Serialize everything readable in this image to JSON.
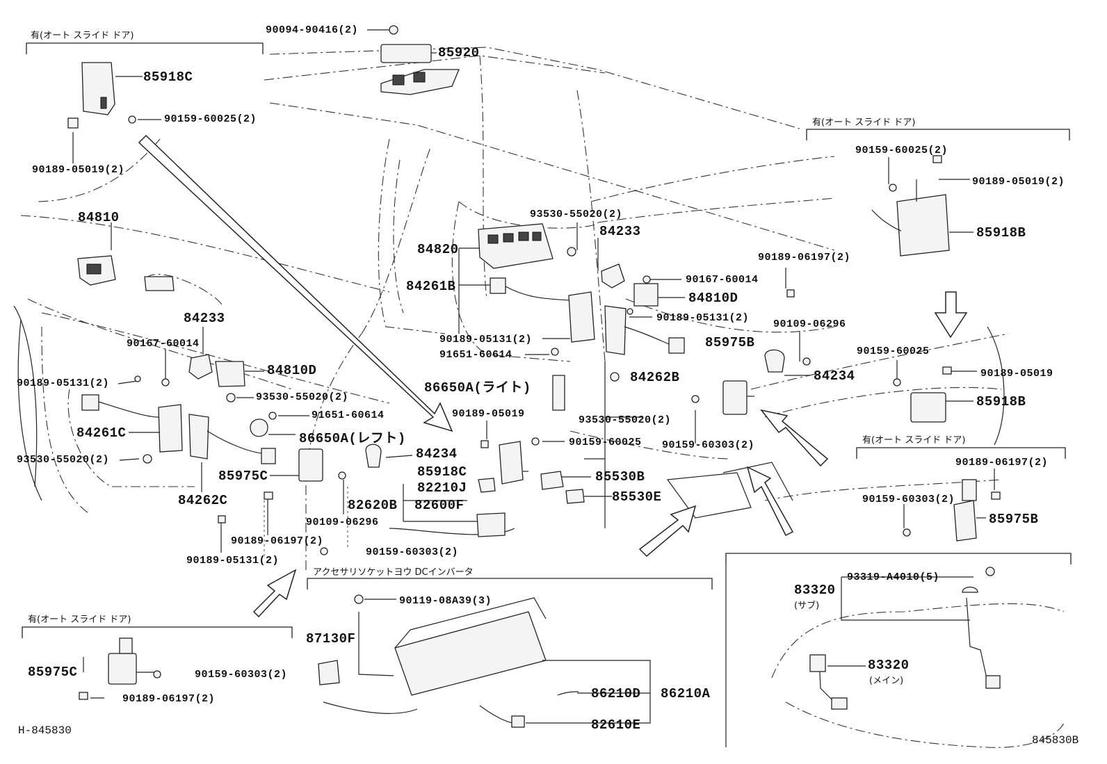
{
  "options": {
    "auto_slide_door": "有(オート スライド ドア)",
    "accessory_socket": "アクセサリソケットヨウ DCインバータ"
  },
  "labels": [
    {
      "id": "l01",
      "text": "90094-90416(2)",
      "cls": "pn"
    },
    {
      "id": "l02",
      "text": "85920",
      "cls": "big"
    },
    {
      "id": "l03",
      "text": "85918C",
      "cls": "big"
    },
    {
      "id": "l04",
      "text": "90159-60025(2)",
      "cls": "pn"
    },
    {
      "id": "l05",
      "text": "90189-05019(2)",
      "cls": "pn"
    },
    {
      "id": "l06",
      "text": "84810",
      "cls": "big"
    },
    {
      "id": "l07",
      "text": "84233",
      "cls": "big"
    },
    {
      "id": "l08",
      "text": "90167-60014",
      "cls": "pn"
    },
    {
      "id": "l09",
      "text": "84810D",
      "cls": "big"
    },
    {
      "id": "l10",
      "text": "90189-05131(2)",
      "cls": "pn"
    },
    {
      "id": "l11",
      "text": "93530-55020(2)",
      "cls": "pn"
    },
    {
      "id": "l12",
      "text": "91651-60614",
      "cls": "pn"
    },
    {
      "id": "l13",
      "text": "86650A(レフト)",
      "cls": "big"
    },
    {
      "id": "l14",
      "text": "84261C",
      "cls": "big"
    },
    {
      "id": "l15",
      "text": "93530-55020(2)",
      "cls": "pn"
    },
    {
      "id": "l16",
      "text": "85975C",
      "cls": "big"
    },
    {
      "id": "l17",
      "text": "84262C",
      "cls": "big"
    },
    {
      "id": "l18",
      "text": "90189-06197(2)",
      "cls": "pn"
    },
    {
      "id": "l19",
      "text": "90189-05131(2)",
      "cls": "pn"
    },
    {
      "id": "l20",
      "text": "90109-06296",
      "cls": "pn"
    },
    {
      "id": "l21",
      "text": "82620B",
      "cls": "big"
    },
    {
      "id": "l22",
      "text": "82600F",
      "cls": "big"
    },
    {
      "id": "l23",
      "text": "82210J",
      "cls": "big"
    },
    {
      "id": "l24",
      "text": "90159-60303(2)",
      "cls": "pn"
    },
    {
      "id": "l25",
      "text": "84234",
      "cls": "big"
    },
    {
      "id": "l26",
      "text": "85918C",
      "cls": "big"
    },
    {
      "id": "l27",
      "text": "90189-05019",
      "cls": "pn"
    },
    {
      "id": "l28",
      "text": "86650A(ライト)",
      "cls": "big"
    },
    {
      "id": "l29",
      "text": "84820",
      "cls": "big"
    },
    {
      "id": "l30",
      "text": "84261B",
      "cls": "big"
    },
    {
      "id": "l31",
      "text": "90189-05131(2)",
      "cls": "pn"
    },
    {
      "id": "l32",
      "text": "91651-60614",
      "cls": "pn"
    },
    {
      "id": "l33",
      "text": "93530-55020(2)",
      "cls": "pn"
    },
    {
      "id": "l34",
      "text": "84233",
      "cls": "big"
    },
    {
      "id": "l35",
      "text": "90167-60014",
      "cls": "pn"
    },
    {
      "id": "l36",
      "text": "84810D",
      "cls": "big"
    },
    {
      "id": "l37",
      "text": "90189-05131(2)",
      "cls": "pn"
    },
    {
      "id": "l38",
      "text": "84262B",
      "cls": "big"
    },
    {
      "id": "l39",
      "text": "93530-55020(2)",
      "cls": "pn"
    },
    {
      "id": "l40",
      "text": "90159-60025",
      "cls": "pn"
    },
    {
      "id": "l41",
      "text": "90159-60303(2)",
      "cls": "pn"
    },
    {
      "id": "l42",
      "text": "85530B",
      "cls": "big"
    },
    {
      "id": "l43",
      "text": "85530E",
      "cls": "big"
    },
    {
      "id": "l44",
      "text": "90189-06197(2)",
      "cls": "pn"
    },
    {
      "id": "l45",
      "text": "90109-06296",
      "cls": "pn"
    },
    {
      "id": "l46",
      "text": "85975B",
      "cls": "big"
    },
    {
      "id": "l47",
      "text": "84234",
      "cls": "big"
    },
    {
      "id": "l48",
      "text": "90159-60025(2)",
      "cls": "pn"
    },
    {
      "id": "l49",
      "text": "90189-05019(2)",
      "cls": "pn"
    },
    {
      "id": "l50",
      "text": "85918B",
      "cls": "big"
    },
    {
      "id": "l51",
      "text": "90159-60025",
      "cls": "pn"
    },
    {
      "id": "l52",
      "text": "90189-05019",
      "cls": "pn"
    },
    {
      "id": "l53",
      "text": "85918B",
      "cls": "big"
    },
    {
      "id": "l54",
      "text": "90189-06197(2)",
      "cls": "pn"
    },
    {
      "id": "l55",
      "text": "90159-60303(2)",
      "cls": "pn"
    },
    {
      "id": "l56",
      "text": "85975B",
      "cls": "big"
    },
    {
      "id": "l57",
      "text": "93319-A4010(5)",
      "cls": "pn"
    },
    {
      "id": "l58",
      "text": "83320",
      "cls": "big"
    },
    {
      "id": "l59",
      "text": "(サブ)",
      "cls": "jp"
    },
    {
      "id": "l60",
      "text": "83320",
      "cls": "big"
    },
    {
      "id": "l61",
      "text": "(メイン)",
      "cls": "jp"
    },
    {
      "id": "l62",
      "text": "90119-08A39(3)",
      "cls": "pn"
    },
    {
      "id": "l63",
      "text": "87130F",
      "cls": "big"
    },
    {
      "id": "l64",
      "text": "86210D",
      "cls": "big"
    },
    {
      "id": "l65",
      "text": "86210A",
      "cls": "big"
    },
    {
      "id": "l66",
      "text": "82610E",
      "cls": "big"
    },
    {
      "id": "l67",
      "text": "85975C",
      "cls": "big"
    },
    {
      "id": "l68",
      "text": "90159-60303(2)",
      "cls": "pn"
    },
    {
      "id": "l69",
      "text": "90189-06197(2)",
      "cls": "pn"
    }
  ],
  "diagram_code": "H-845830",
  "image_code": "845830B"
}
